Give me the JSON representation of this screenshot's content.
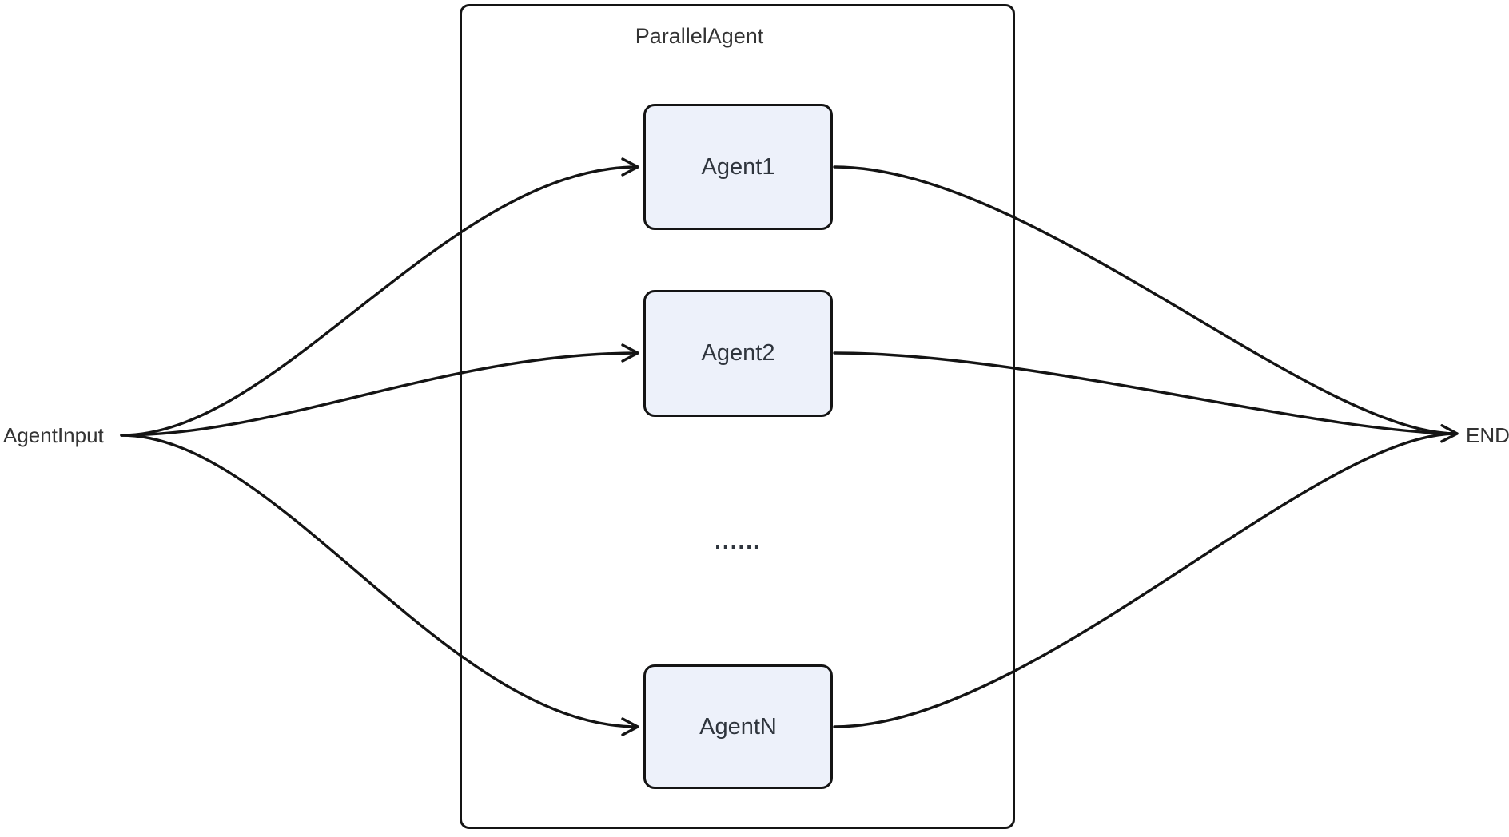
{
  "diagram": {
    "type": "flowchart",
    "nodes": {
      "group": {
        "label": "ParallelAgent"
      },
      "input": {
        "label": "AgentInput"
      },
      "end": {
        "label": "END"
      },
      "agents": [
        {
          "id": "agent1",
          "label": "Agent1"
        },
        {
          "id": "agent2",
          "label": "Agent2"
        },
        {
          "id": "agentN",
          "label": "AgentN"
        }
      ],
      "ellipsis": {
        "label": "......"
      }
    },
    "edges": [
      {
        "from": "AgentInput",
        "to": "Agent1"
      },
      {
        "from": "AgentInput",
        "to": "Agent2"
      },
      {
        "from": "AgentInput",
        "to": "AgentN"
      },
      {
        "from": "Agent1",
        "to": "END"
      },
      {
        "from": "Agent2",
        "to": "END"
      },
      {
        "from": "AgentN",
        "to": "END"
      }
    ],
    "colors": {
      "node_fill": "#EDF1FA",
      "node_border": "#141414",
      "edge": "#141414",
      "text": "#333333",
      "background": "#FFFFFF"
    }
  }
}
